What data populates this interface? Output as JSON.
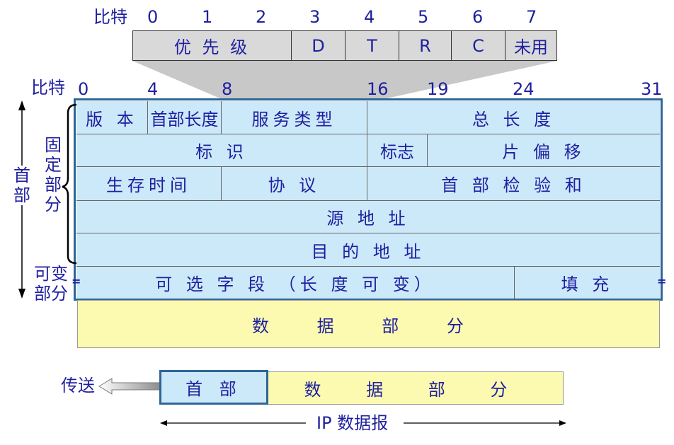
{
  "tos": {
    "bit_title": "比特",
    "bit_numbers": [
      "0",
      "1",
      "2",
      "3",
      "4",
      "5",
      "6",
      "7"
    ],
    "fields": [
      "优 先 级",
      "D",
      "T",
      "R",
      "C",
      "未用"
    ]
  },
  "header": {
    "bit_title": "比特",
    "bit_numbers": [
      "0",
      "4",
      "8",
      "16",
      "19",
      "24",
      "31"
    ],
    "rows": {
      "r1": [
        "版 本",
        "首部长度",
        "服务类型",
        "总 长 度"
      ],
      "r2": [
        "标 识",
        "标志",
        "片 偏 移"
      ],
      "r3": [
        "生存时间",
        "协 议",
        "首 部 检 验 和"
      ],
      "r4": "源 地 址",
      "r5": "目 的 地 址",
      "r6": [
        "可 选 字 段 （长 度 可 变）",
        "填 充"
      ]
    },
    "data_part": "数 据 部 分"
  },
  "side": {
    "header_label": "首部",
    "fixed_label": "固定部分",
    "variable_label": "可变部分"
  },
  "bottom": {
    "send_label": "传送",
    "header_box": "首 部",
    "data_box": "数 据 部 分",
    "datagram_label": "IP 数据报"
  },
  "colors": {
    "header_fill": "#cce9fa",
    "data_fill": "#fcfab0",
    "tos_fill": "#d9d9d9",
    "frame": "#2f6596",
    "text": "#1f1f9f"
  }
}
